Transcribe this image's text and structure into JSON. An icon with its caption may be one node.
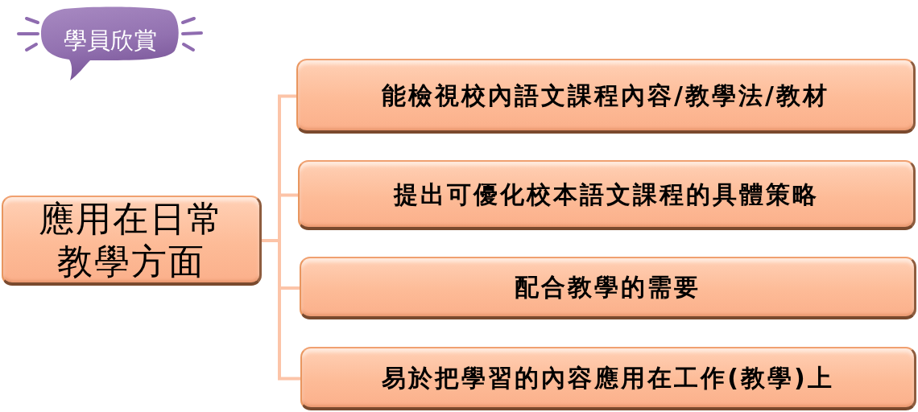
{
  "diagram": {
    "nodes": [
      {
        "text": [
          "學員欣賞"
        ]
      },
      {
        "text": [
          "應用在日常教學方面"
        ]
      },
      {
        "text": [
          "能檢視校內語文課程內容/教學法/教材"
        ]
      },
      {
        "text": [
          "提出可優化校本語文課程的具體策略"
        ]
      },
      {
        "text": [
          "配合教學的需要"
        ]
      },
      {
        "text": [
          "易於把學習的內容應用在工作(教學)上"
        ]
      }
    ],
    "edges": [
      {
        "from": 1,
        "to": 2,
        "arrow": "none"
      },
      {
        "from": 1,
        "to": 3,
        "arrow": "none"
      },
      {
        "from": 1,
        "to": 4,
        "arrow": "none"
      },
      {
        "from": 1,
        "to": 5,
        "arrow": "none"
      }
    ]
  }
}
